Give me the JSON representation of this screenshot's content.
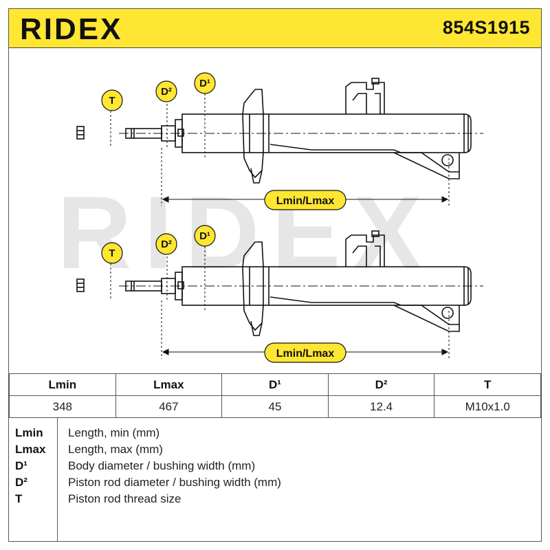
{
  "header": {
    "brand": "RIDEX",
    "part_number": "854S1915"
  },
  "drawing": {
    "watermark": "RIDEX",
    "views": [
      {
        "label_t": "T",
        "label_d2": "D²",
        "label_d1": "D¹",
        "length_label": "Lmin/Lmax"
      },
      {
        "label_t": "T",
        "label_d2": "D²",
        "label_d1": "D¹",
        "length_label": "Lmin/Lmax"
      }
    ]
  },
  "spec_table": {
    "headers": [
      "Lmin",
      "Lmax",
      "D¹",
      "D²",
      "T"
    ],
    "values": [
      "348",
      "467",
      "45",
      "12.4",
      "M10x1.0"
    ]
  },
  "legend": [
    {
      "key": "Lmin",
      "desc": "Length, min (mm)"
    },
    {
      "key": "Lmax",
      "desc": "Length, max (mm)"
    },
    {
      "key": "D¹",
      "desc": "Body diameter / bushing width (mm)"
    },
    {
      "key": "D²",
      "desc": "Piston rod diameter / bushing width (mm)"
    },
    {
      "key": "T",
      "desc": "Piston rod thread size"
    }
  ],
  "colors": {
    "accent_yellow": "#ffe633",
    "line": "#111111",
    "watermark": "#e6e6e6"
  }
}
